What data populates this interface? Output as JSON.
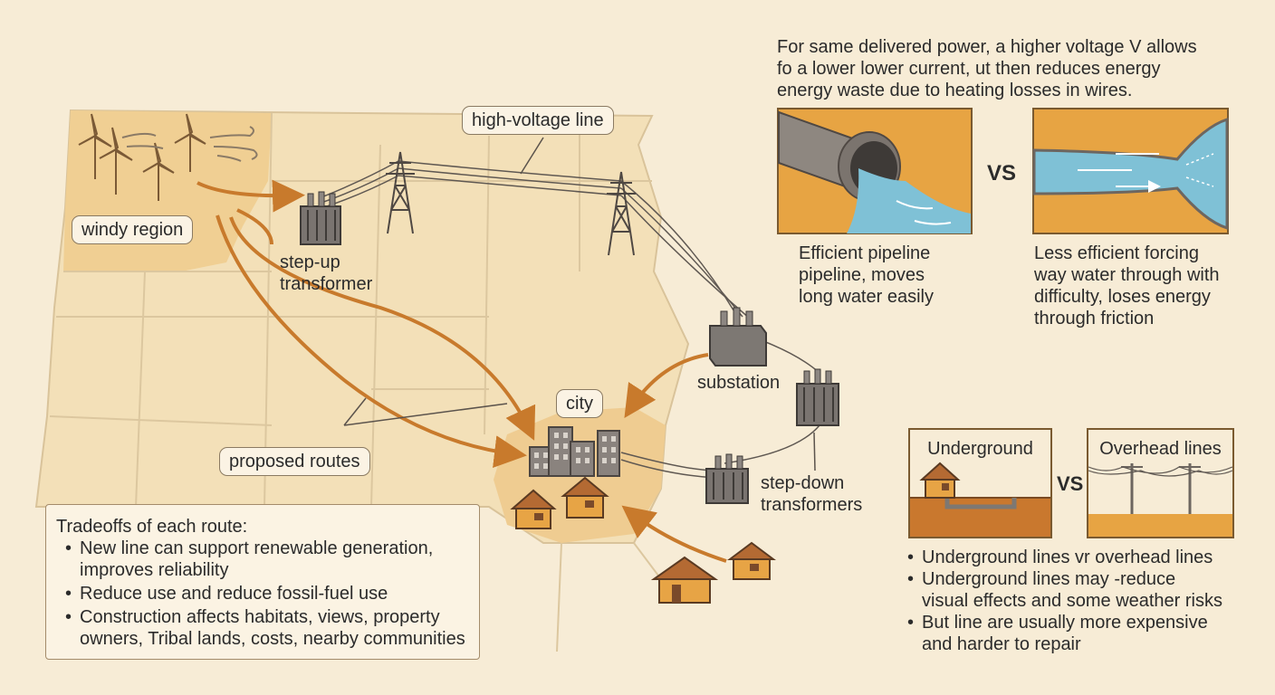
{
  "map": {
    "labels": {
      "high_voltage_line": "high-voltage line",
      "windy_region": "windy region",
      "step_up_transformer": "step-up\ntransformer",
      "substation": "substation",
      "city": "city",
      "step_down_transformers": "step-down\ntransformers",
      "proposed_routes": "proposed routes"
    }
  },
  "tradeoffs": {
    "title": "Tradeoffs of each route:",
    "bullets": [
      "New line can support renewable generation,\nimproves reliability",
      "Reduce use and reduce fossil-fuel use",
      "Construction affects habitats, views, property\nowners, Tribal lands, costs, nearby communities"
    ]
  },
  "voltage_explainer": {
    "text": "For same delivered power, a higher voltage V allows\nfo  a lower lower current, ut then reduces energy\nenergy waste due to heating losses in wires.",
    "vs": "VS",
    "left_caption": "Efficient pipeline\npipeline, moves\nlong water easily",
    "right_caption": "Less efficient forcing\nway water through with\ndifficulty, loses energy\nthrough friction"
  },
  "lines_compare": {
    "underground_title": "Underground",
    "overhead_title": "Overhead lines",
    "vs": "VS",
    "bullets": [
      "Underground lines vr overhead lines",
      "Underground lines may -reduce\nvisual effects and some weather risks",
      "But line are usually more expensive\nand harder to repair"
    ]
  },
  "colors": {
    "background": "#f7ecd6",
    "windy_region_fill": "#f0cf93",
    "arrow": "#c87a2c",
    "panel_orange": "#e7a443",
    "water": "#7fc1d6",
    "structure_gray": "#6d6660"
  }
}
